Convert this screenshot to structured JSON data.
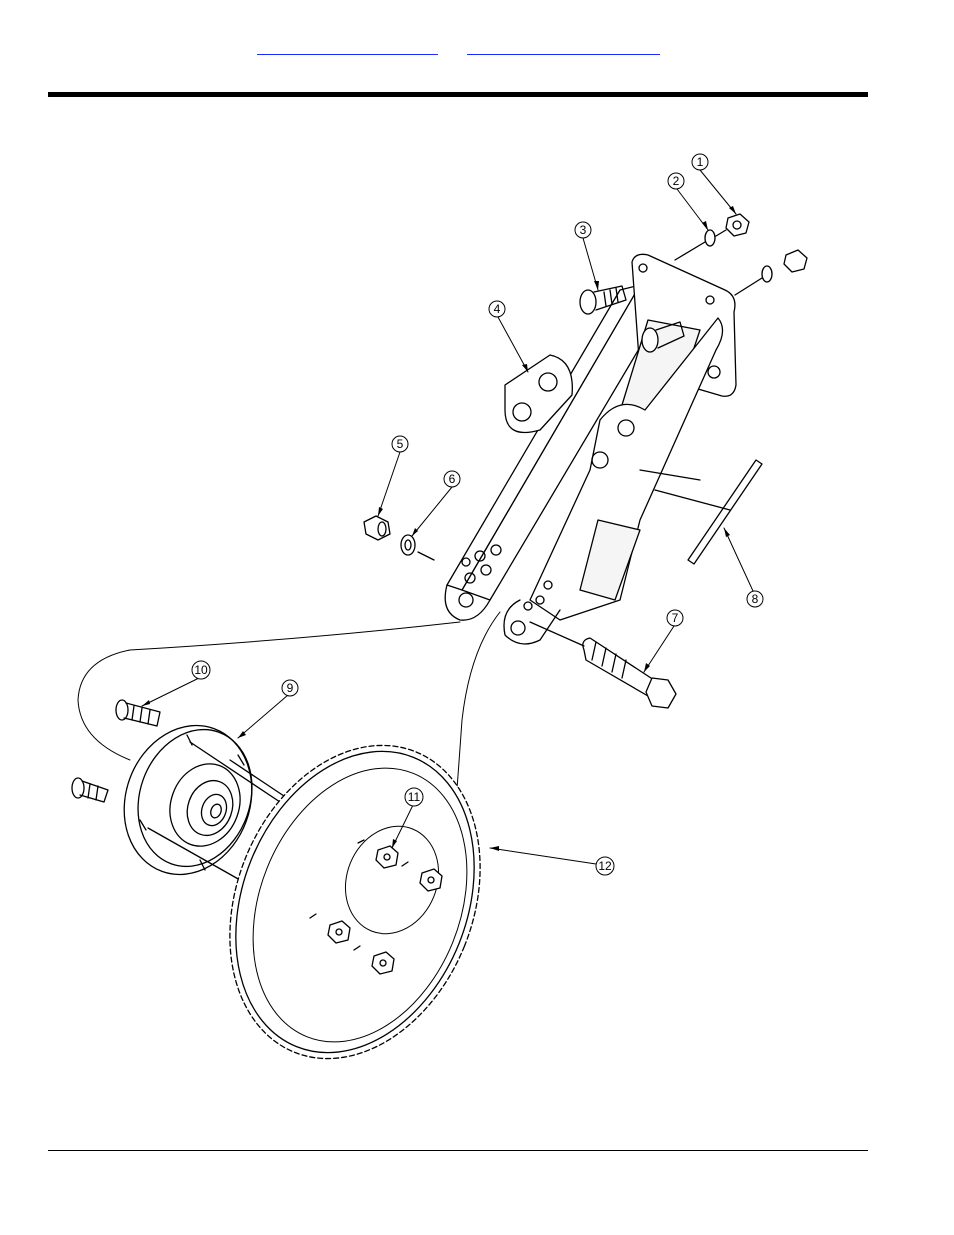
{
  "header": {
    "links": [
      {
        "label": ""
      },
      {
        "label": ""
      }
    ]
  },
  "diagram": {
    "callouts": [
      "1",
      "2",
      "3",
      "4",
      "5",
      "6",
      "7",
      "8",
      "9",
      "10",
      "11",
      "12"
    ]
  }
}
